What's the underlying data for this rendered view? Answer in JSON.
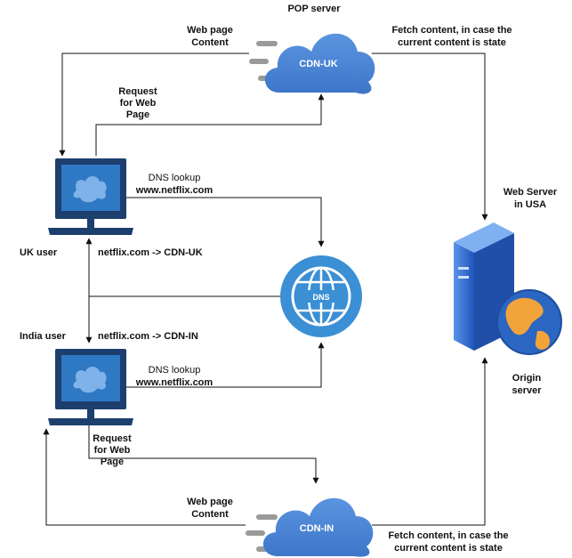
{
  "nodes": {
    "pop_server": "POP server",
    "cdn_uk": "CDN-UK",
    "cdn_in": "CDN-IN",
    "dns": "DNS",
    "uk_user": "UK user",
    "india_user": "India user",
    "web_server": [
      "Web Server",
      "in USA"
    ],
    "origin_server": [
      "Origin",
      "server"
    ]
  },
  "labels": {
    "web_page_content_top": [
      "Web page",
      "Content"
    ],
    "request_top": [
      "Request",
      "for Web",
      "Page"
    ],
    "fetch_top": [
      "Fetch content, in case the",
      "current content is state"
    ],
    "dns_lookup_uk": "DNS lookup",
    "netflix_uk": "www.netflix.com",
    "uk_mapping": "netflix.com -> CDN-UK",
    "in_mapping": "netflix.com -> CDN-IN",
    "dns_lookup_in": "DNS lookup",
    "netflix_in": "www.netflix.com",
    "request_bottom": [
      "Request",
      "for Web",
      "Page"
    ],
    "web_page_content_bottom": [
      "Web page",
      "Content"
    ],
    "fetch_bottom": [
      "Fetch content, in case the",
      "current content is state"
    ]
  },
  "colors": {
    "cloud": "#4a86d8",
    "dns": "#3b8fd4",
    "monitor": "#1d3f6e",
    "screen": "#2f78c4",
    "server": "#2f6fd0",
    "globe": "#f2a33a",
    "speed": "#9a9a9a"
  }
}
